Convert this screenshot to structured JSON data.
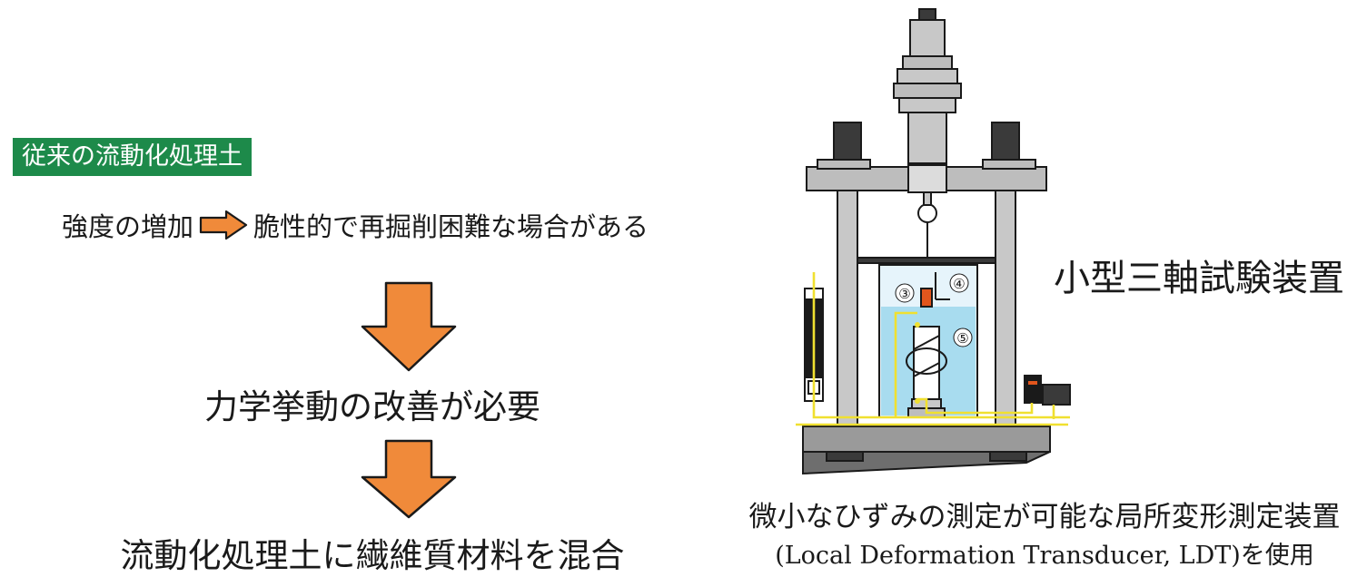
{
  "left_panel": {
    "badge": "従来の流動化処理土",
    "problem_cause": "強度の増加",
    "problem_effect": "脆性的で再掘削困難な場合がある",
    "result": "力学挙動の改善が必要",
    "solution": "流動化処理土に繊維質材料を混合"
  },
  "right_panel": {
    "apparatus_label": "小型三軸試験装置",
    "markers": [
      "③",
      "④",
      "⑤"
    ],
    "caption_line1": "微小なひずみの測定が可能な局所変形測定装置",
    "caption_line2": "(Local Deformation Transducer, LDT)を使用"
  },
  "colors": {
    "badge_green": "#1d8a4a",
    "arrow_orange": "#f08a3a",
    "water_blue": "#a8dcef",
    "wire_yellow": "#f0e030",
    "sensor_orange": "#e2561d"
  }
}
